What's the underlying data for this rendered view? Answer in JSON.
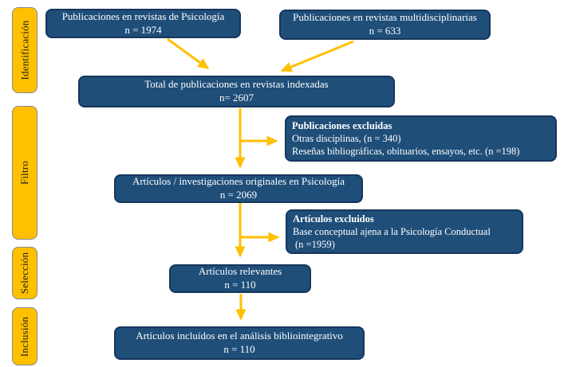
{
  "colors": {
    "node_fill": "#1F4E79",
    "node_border": "#16365C",
    "node_text": "#FFFFFF",
    "stage_fill": "#FFC000",
    "stage_border": "#898989",
    "stage_text": "#1F1F1F",
    "arrow": "#FFC000",
    "background": "#FFFFFF"
  },
  "stages": [
    {
      "label": "Identificación"
    },
    {
      "label": "Filtro"
    },
    {
      "label": "Selección"
    },
    {
      "label": "Inclusión"
    }
  ],
  "boxes": {
    "psicologia": {
      "label": "Publicaciones en revistas de Psicología",
      "count": "n = 1974"
    },
    "multidisciplinarias": {
      "label": "Publicaciones en revistas multidisciplinarias",
      "count": "n = 633"
    },
    "total": {
      "label": "Total de publicaciones en revistas indexadas",
      "count": "n= 2607"
    },
    "publicaciones_excluidas": {
      "title": "Publicaciones excluidas",
      "line1": "Otras disciplinas, (n = 340)",
      "line2": "Reseñas bibliográficas, obituarios, ensayos, etc. (n =198)"
    },
    "originales": {
      "label": "Artículos / investigaciones originales en Psicología",
      "count": "n = 2069"
    },
    "articulos_excluidos": {
      "title": "Artículos excluidos",
      "line1": "Base conceptual ajena a la Psicología Conductual",
      "line2": "(n =1959)"
    },
    "relevantes": {
      "label": "Artículos relevantes",
      "count": "n = 110"
    },
    "incluidos": {
      "label": "Artículos incluídos en el análisis bibliointegrativo",
      "count": "n = 110"
    }
  }
}
